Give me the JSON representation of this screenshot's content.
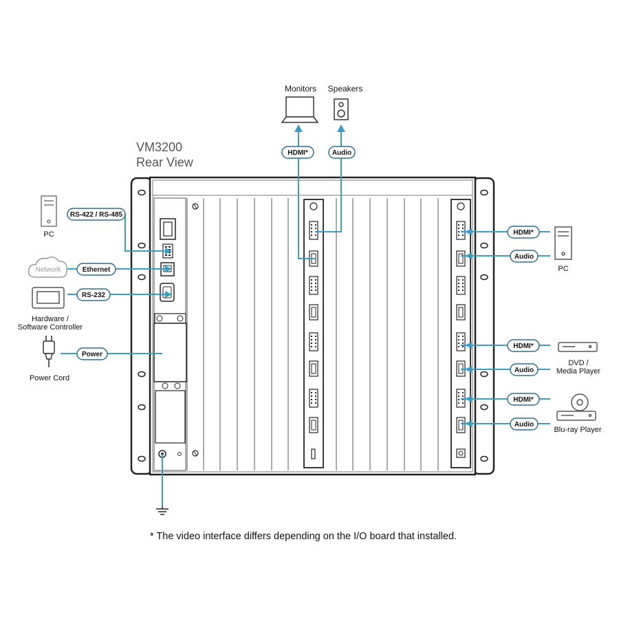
{
  "title": {
    "model": "VM3200",
    "view": "Rear View"
  },
  "footnote": "* The video interface differs depending on the I/O board that installed.",
  "colors": {
    "cable": "#3d9cc4",
    "device": "#222222",
    "panel_fill": "#ffffff",
    "label_stroke": "#2f6f8f",
    "gray_device": "#888888"
  },
  "top_devices": [
    {
      "id": "monitors",
      "label": "Monitors",
      "icon": "laptop-icon",
      "cable": "HDMI*"
    },
    {
      "id": "speakers",
      "label": "Speakers",
      "icon": "speaker-icon",
      "cable": "Audio"
    }
  ],
  "left_devices": [
    {
      "id": "pc-left",
      "label": "PC",
      "icon": "pc-tower-icon",
      "cable": "RS-422 / RS-485"
    },
    {
      "id": "network",
      "label": "Network",
      "icon": "cloud-icon",
      "cable": "Ethernet"
    },
    {
      "id": "controller",
      "label_line1": "Hardware /",
      "label_line2": "Software Controller",
      "icon": "controller-icon",
      "cable": "RS-232"
    },
    {
      "id": "power",
      "label": "Power Cord",
      "icon": "power-plug-icon",
      "cable": "Power"
    }
  ],
  "right_devices": [
    {
      "id": "pc-right",
      "label": "PC",
      "icon": "pc-tower-icon",
      "cables": [
        "HDMI*",
        "Audio"
      ]
    },
    {
      "id": "dvd",
      "label_line1": "DVD /",
      "label_line2": "Media Player",
      "icon": "dvd-player-icon",
      "cables": [
        "HDMI*",
        "Audio"
      ]
    },
    {
      "id": "bluray",
      "label": "Blu-ray Player",
      "icon": "bluray-player-icon",
      "cables": [
        "HDMI*",
        "Audio"
      ]
    }
  ],
  "ground": {
    "icon": "ground-icon"
  }
}
